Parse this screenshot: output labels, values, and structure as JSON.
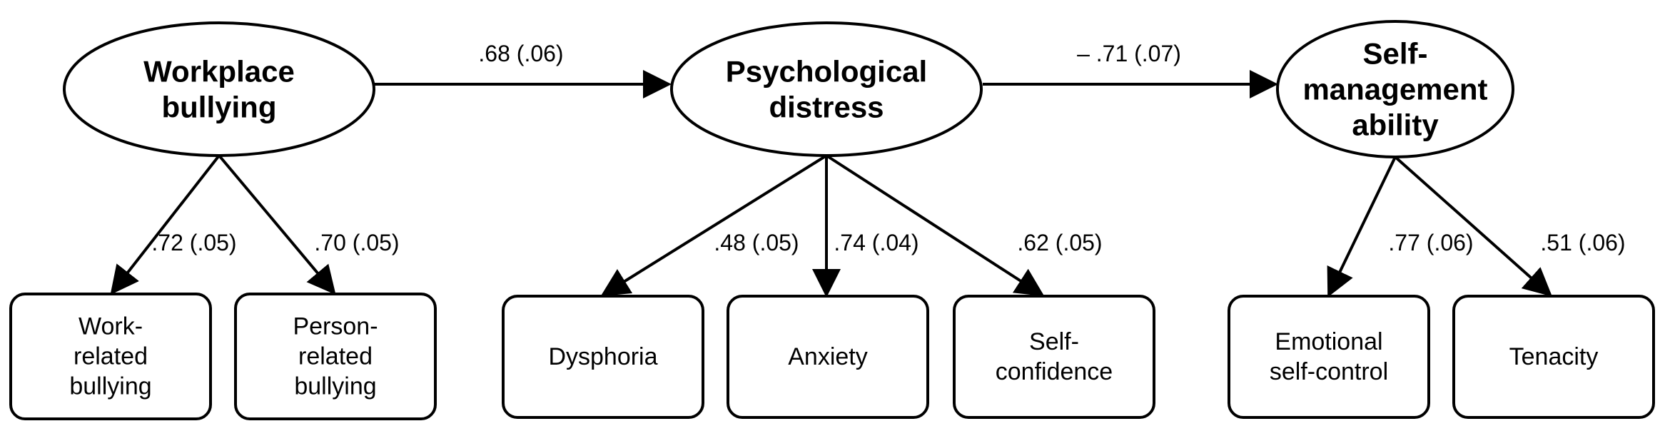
{
  "diagram": {
    "latent": [
      {
        "id": "bullying",
        "lines": [
          "Workplace",
          "bullying"
        ]
      },
      {
        "id": "distress",
        "lines": [
          "Psychological",
          "distress"
        ]
      },
      {
        "id": "selfmgmt",
        "lines": [
          "Self-",
          "management",
          "ability"
        ]
      }
    ],
    "observed": [
      {
        "id": "work_related",
        "lines": [
          "Work-",
          "related",
          "bullying"
        ]
      },
      {
        "id": "person_related",
        "lines": [
          "Person-",
          "related",
          "bullying"
        ]
      },
      {
        "id": "dysphoria",
        "lines": [
          "Dysphoria"
        ]
      },
      {
        "id": "anxiety",
        "lines": [
          "Anxiety"
        ]
      },
      {
        "id": "self_confidence",
        "lines": [
          "Self-",
          "confidence"
        ]
      },
      {
        "id": "emotional_self_control",
        "lines": [
          "Emotional",
          "self-control"
        ]
      },
      {
        "id": "tenacity",
        "lines": [
          "Tenacity"
        ]
      }
    ],
    "paths": [
      {
        "from": "bullying",
        "to": "distress",
        "label": ".68 (.06)"
      },
      {
        "from": "distress",
        "to": "selfmgmt",
        "label": "– .71 (.07)"
      }
    ],
    "loadings": [
      {
        "from": "bullying",
        "to": "work_related",
        "label": ".72 (.05)"
      },
      {
        "from": "bullying",
        "to": "person_related",
        "label": ".70 (.05)"
      },
      {
        "from": "distress",
        "to": "dysphoria",
        "label": ".48 (.05)"
      },
      {
        "from": "distress",
        "to": "anxiety",
        "label": ".74 (.04)"
      },
      {
        "from": "distress",
        "to": "self_confidence",
        "label": ".62 (.05)"
      },
      {
        "from": "selfmgmt",
        "to": "emotional_self_control",
        "label": ".77 (.06)"
      },
      {
        "from": "selfmgmt",
        "to": "tenacity",
        "label": ".51 (.06)"
      }
    ]
  }
}
